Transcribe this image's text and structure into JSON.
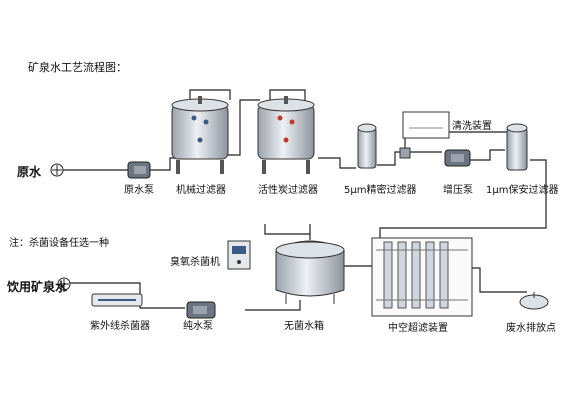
{
  "title": "矿泉水工艺流程图：",
  "note": "注：杀菌设备任选一种",
  "inputs": {
    "raw_water": "原水",
    "drinking_water": "饮用矿泉水"
  },
  "units": {
    "raw_pump": "原水泵",
    "mech_filter": "机械过滤器",
    "carbon_filter": "活性炭过滤器",
    "precision_filter": "5μm精密过滤器",
    "booster_pump": "增压泵",
    "safety_filter": "1μm保安过滤器",
    "cleaning_device": "清洗装置",
    "ozone_gen": "臭氧杀菌机",
    "uv_sterilizer": "紫外线杀菌器",
    "pure_pump": "纯水泵",
    "sterile_tank": "无菌水箱",
    "uf_device": "中空超滤装置",
    "waste_water": "废水排放点"
  },
  "colors": {
    "line": "#222222",
    "equipment": "#cfd6de",
    "accent": "#3b5a86"
  }
}
